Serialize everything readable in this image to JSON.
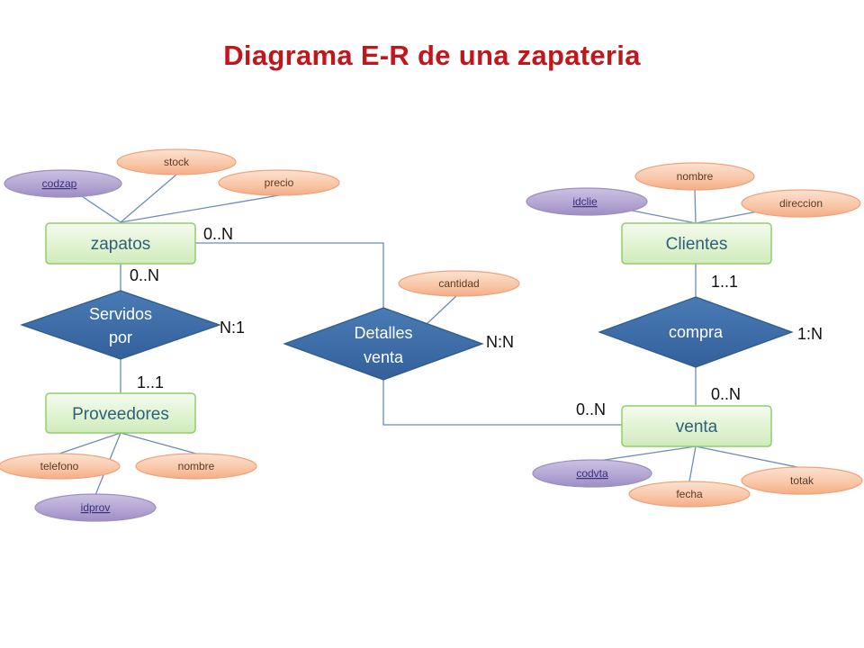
{
  "title": "Diagrama E-R de una zapateria",
  "entities": {
    "zapatos": "zapatos",
    "proveedores": "Proveedores",
    "clientes": "Clientes",
    "venta": "venta"
  },
  "relationships": {
    "servidos_por": [
      "Servidos",
      "por"
    ],
    "detalles_venta": [
      "Detalles",
      "venta"
    ],
    "compra": [
      "compra"
    ]
  },
  "attributes": {
    "codzap": "codzap",
    "stock": "stock",
    "precio": "precio",
    "telefono": "telefono",
    "nombre_prov": "nombre",
    "idprov": "idprov",
    "cantidad": "cantidad",
    "idclie": "idclie",
    "nombre_clie": "nombre",
    "direccion": "direccion",
    "codvta": "codvta",
    "fecha": "fecha",
    "totak": "totak"
  },
  "cardinalities": {
    "zapatos_detalles": "0..N",
    "zapatos_servidos": "0..N",
    "servidos_ratio": "N:1",
    "proveedores_servidos": "1..1",
    "detalles_ratio": "N:N",
    "venta_detalles": "0..N",
    "clientes_compra": "1..1",
    "compra_ratio": "1:N",
    "venta_compra": "0..N"
  },
  "colors": {
    "title": "#c0161c",
    "entity_fill": "#e4f5d8",
    "relationship_fill": "#3d6aa2",
    "attribute_orange": "#f8c7a9",
    "attribute_purple": "#b3a6d3",
    "connector": "#6d8cb8"
  }
}
